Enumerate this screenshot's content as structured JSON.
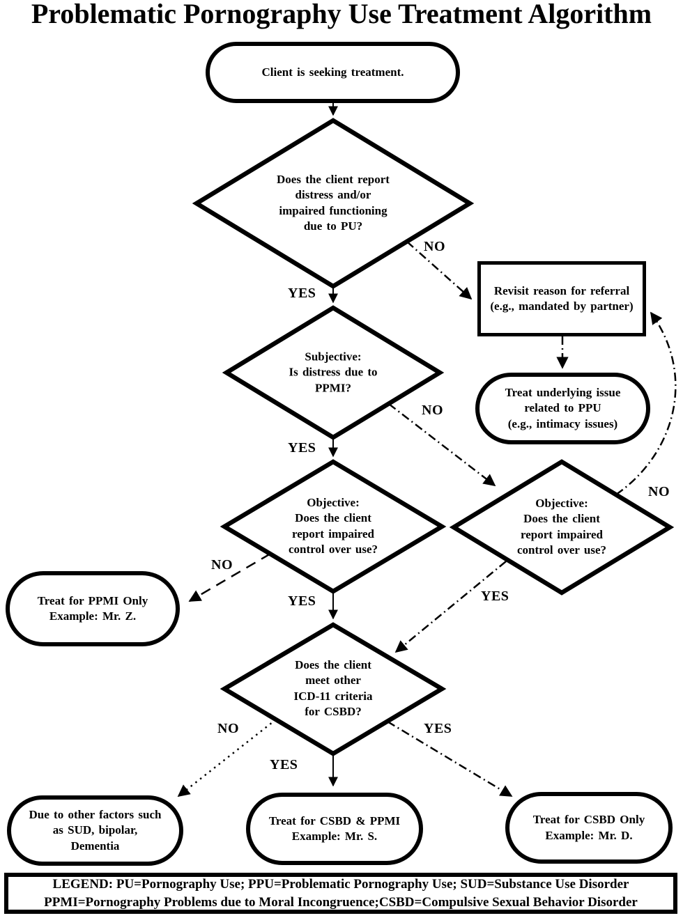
{
  "title": "Problematic Pornography Use Treatment Algorithm",
  "colors": {
    "ink": "#000000",
    "paper": "#ffffff"
  },
  "nodes": {
    "start": {
      "type": "terminal",
      "text": "Client is seeking treatment."
    },
    "distress": {
      "type": "decision",
      "text": "Does the client report\ndistress and/or\nimpaired functioning\ndue to PU?"
    },
    "revisit": {
      "type": "process",
      "text": "Revisit reason for referral\n(e.g., mandated by partner)"
    },
    "subjective": {
      "type": "decision",
      "text": "Subjective:\nIs distress due to\nPPMI?"
    },
    "treat_underlying": {
      "type": "terminal",
      "text": "Treat underlying issue\nrelated to PPU\n(e.g., intimacy issues)"
    },
    "objective_left": {
      "type": "decision",
      "text": "Objective:\nDoes the client\nreport impaired\ncontrol over use?"
    },
    "objective_right": {
      "type": "decision",
      "text": "Objective:\nDoes the client\nreport impaired\ncontrol over use?"
    },
    "treat_ppmi": {
      "type": "terminal",
      "text": "Treat for PPMI Only\nExample: Mr. Z."
    },
    "csbd_criteria": {
      "type": "decision",
      "text": "Does the client\nmeet other\nICD-11 criteria\nfor CSBD?"
    },
    "other_factors": {
      "type": "terminal",
      "text": "Due to other factors such\nas SUD, bipolar,\nDementia"
    },
    "treat_csbd_ppmi": {
      "type": "terminal",
      "text": "Treat for CSBD & PPMI\nExample: Mr. S."
    },
    "treat_csbd_only": {
      "type": "terminal",
      "text": "Treat for CSBD Only\nExample: Mr. D."
    }
  },
  "edge_labels": {
    "distress_yes": "YES",
    "distress_no": "NO",
    "subjective_yes": "YES",
    "subjective_no": "NO",
    "objective_left_yes": "YES",
    "objective_left_no": "NO",
    "objective_right_yes": "YES",
    "objective_right_no": "NO",
    "csbd_yes_center": "YES",
    "csbd_no": "NO",
    "csbd_yes_right": "YES"
  },
  "legend": {
    "line1": "LEGEND: PU=Pornography Use; PPU=Problematic Pornography Use; SUD=Substance Use Disorder",
    "line2": "PPMI=Pornography Problems due to Moral Incongruence;CSBD=Compulsive Sexual Behavior Disorder"
  }
}
